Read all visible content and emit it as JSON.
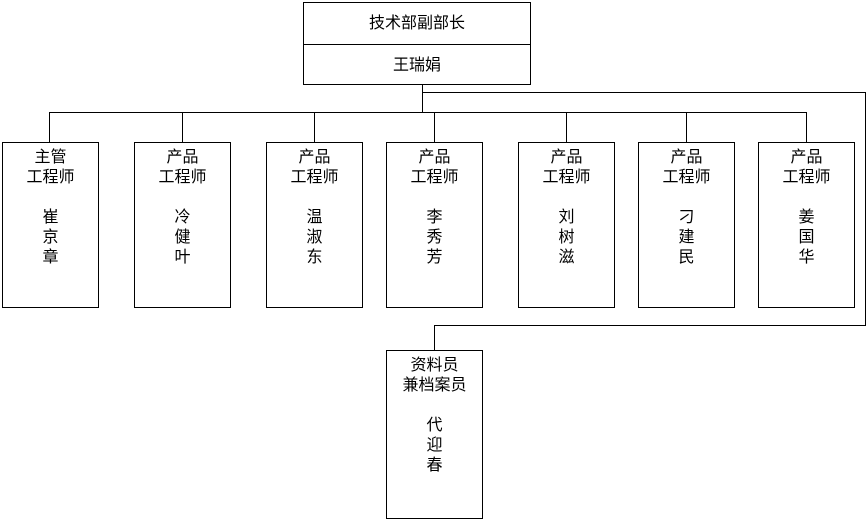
{
  "head": {
    "title": "技术部副部长",
    "name": "王瑞娟"
  },
  "staff": [
    {
      "role1": "主管",
      "role2": "工程师",
      "name": "崔\n京\n章"
    },
    {
      "role1": "产品",
      "role2": "工程师",
      "name": "冷\n健\n叶"
    },
    {
      "role1": "产品",
      "role2": "工程师",
      "name": "温\n淑\n东"
    },
    {
      "role1": "产品",
      "role2": "工程师",
      "name": "李\n秀\n芳"
    },
    {
      "role1": "产品",
      "role2": "工程师",
      "name": "刘\n树\n滋"
    },
    {
      "role1": "产品",
      "role2": "工程师",
      "name": "刁\n建\n民"
    },
    {
      "role1": "产品",
      "role2": "工程师",
      "name": "姜\n国\n华"
    }
  ],
  "archive": {
    "role1": "资料员",
    "role2": "兼档案员",
    "name": "代\n迎\n春"
  }
}
